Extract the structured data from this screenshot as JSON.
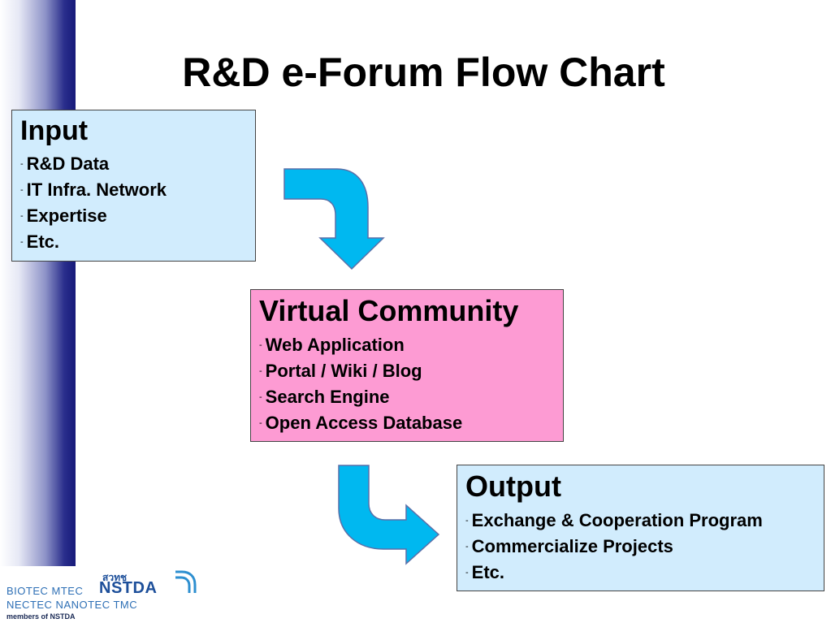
{
  "title": "R&D e-Forum Flow Chart",
  "colors": {
    "input_box": "#d1ecfd",
    "virtual_box": "#fd9bd3",
    "output_box": "#d1ecfd",
    "arrow_fill": "#00b8f0",
    "side_band": "#171a7a"
  },
  "nodes": {
    "input": {
      "heading": "Input",
      "items": [
        "R&D Data",
        "IT Infra. Network",
        "Expertise",
        "Etc."
      ]
    },
    "virtual_community": {
      "heading": "Virtual Community",
      "items": [
        "Web Application",
        "Portal / Wiki / Blog",
        "Search Engine",
        "Open Access Database"
      ]
    },
    "output": {
      "heading": "Output",
      "items": [
        "Exchange & Cooperation Program",
        "Commercialize Projects",
        "Etc."
      ]
    }
  },
  "edges": [
    {
      "from": "input",
      "to": "virtual_community",
      "icon": "curved-arrow-down-icon"
    },
    {
      "from": "virtual_community",
      "to": "output",
      "icon": "curved-arrow-right-icon"
    }
  ],
  "bullet": "-",
  "logo": {
    "row1": "BIOTEC MTEC",
    "row2": "NECTEC NANOTEC TMC",
    "brand": "NSTDA",
    "thai": "สวทช",
    "members": "members of NSTDA"
  }
}
